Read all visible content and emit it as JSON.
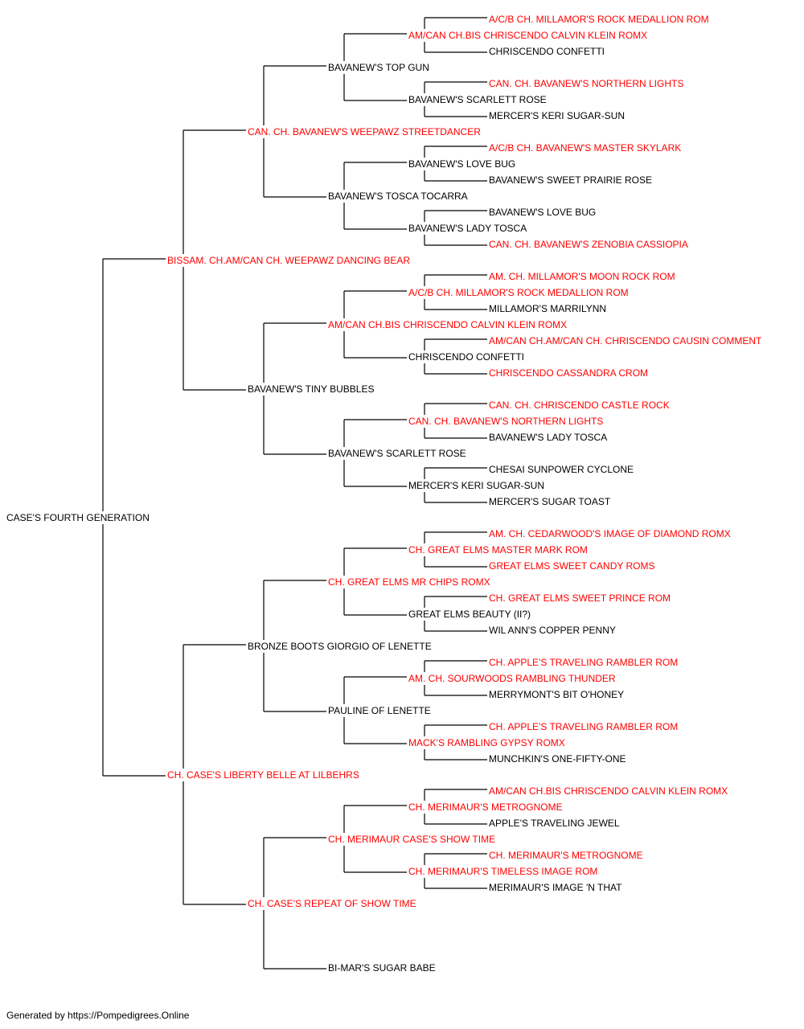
{
  "subject": "CASE'S FOURTH GENERATION",
  "colors": {
    "champion": "#ff0000",
    "normal": "#000000",
    "line": "#000000"
  },
  "nodes": [
    {
      "id": "n1",
      "name": "CASE'S FOURTH GENERATION",
      "champion": false
    },
    {
      "id": "n2",
      "name": "BISSAM. CH.AM/CAN CH. WEEPAWZ DANCING BEAR",
      "champion": true
    },
    {
      "id": "n3",
      "name": "CH. CASE'S LIBERTY BELLE AT LILBEHRS",
      "champion": true
    },
    {
      "id": "n4",
      "name": "CAN. CH. BAVANEW'S WEEPAWZ STREETDANCER",
      "champion": true
    },
    {
      "id": "n5",
      "name": "BAVANEW'S TINY BUBBLES",
      "champion": false
    },
    {
      "id": "n6",
      "name": "BRONZE BOOTS GIORGIO OF LENETTE",
      "champion": false
    },
    {
      "id": "n7",
      "name": "CH. CASE'S REPEAT OF SHOW TIME",
      "champion": true
    },
    {
      "id": "n8",
      "name": "BAVANEW'S TOP GUN",
      "champion": false
    },
    {
      "id": "n9",
      "name": "BAVANEW'S TOSCA TOCARRA",
      "champion": false
    },
    {
      "id": "n10",
      "name": "AM/CAN CH.BIS CHRISCENDO CALVIN KLEIN ROMX",
      "champion": true
    },
    {
      "id": "n11",
      "name": "BAVANEW'S SCARLETT ROSE",
      "champion": false
    },
    {
      "id": "n12",
      "name": "CH. GREAT ELMS MR CHIPS ROMX",
      "champion": true
    },
    {
      "id": "n13",
      "name": "PAULINE OF LENETTE",
      "champion": false
    },
    {
      "id": "n14",
      "name": "CH. MERIMAUR CASE'S SHOW TIME",
      "champion": true
    },
    {
      "id": "n15",
      "name": "BI-MAR'S SUGAR BABE",
      "champion": false
    },
    {
      "id": "n16",
      "name": "AM/CAN CH.BIS CHRISCENDO CALVIN KLEIN ROMX",
      "champion": true
    },
    {
      "id": "n17",
      "name": "BAVANEW'S SCARLETT ROSE",
      "champion": false
    },
    {
      "id": "n18",
      "name": "BAVANEW'S LOVE BUG",
      "champion": false
    },
    {
      "id": "n19",
      "name": "BAVANEW'S LADY TOSCA",
      "champion": false
    },
    {
      "id": "n20",
      "name": "A/C/B CH. MILLAMOR'S ROCK MEDALLION ROM",
      "champion": true
    },
    {
      "id": "n21",
      "name": "CHRISCENDO CONFETTI",
      "champion": false
    },
    {
      "id": "n22",
      "name": "CAN. CH. BAVANEW'S NORTHERN LIGHTS",
      "champion": true
    },
    {
      "id": "n23",
      "name": "MERCER'S KERI SUGAR-SUN",
      "champion": false
    },
    {
      "id": "n24",
      "name": "CH. GREAT ELMS MASTER MARK ROM",
      "champion": true
    },
    {
      "id": "n25",
      "name": "GREAT ELMS BEAUTY (II?)",
      "champion": false
    },
    {
      "id": "n26",
      "name": "AM. CH. SOURWOODS RAMBLING THUNDER",
      "champion": true
    },
    {
      "id": "n27",
      "name": "MACK'S RAMBLING GYPSY ROMX",
      "champion": true
    },
    {
      "id": "n28",
      "name": "CH. MERIMAUR'S METROGNOME",
      "champion": true
    },
    {
      "id": "n29",
      "name": "CH. MERIMAUR'S TIMELESS IMAGE ROM",
      "champion": true
    },
    {
      "id": "n32",
      "name": "A/C/B CH. MILLAMOR'S ROCK MEDALLION ROM",
      "champion": true
    },
    {
      "id": "n33",
      "name": "CHRISCENDO CONFETTI",
      "champion": false
    },
    {
      "id": "n34",
      "name": "CAN. CH. BAVANEW'S NORTHERN LIGHTS",
      "champion": true
    },
    {
      "id": "n35",
      "name": "MERCER'S KERI SUGAR-SUN",
      "champion": false
    },
    {
      "id": "n36",
      "name": "A/C/B CH. BAVANEW'S MASTER SKYLARK",
      "champion": true
    },
    {
      "id": "n37",
      "name": "BAVANEW'S SWEET PRAIRIE ROSE",
      "champion": false
    },
    {
      "id": "n38",
      "name": "BAVANEW'S LOVE BUG",
      "champion": false
    },
    {
      "id": "n39",
      "name": "CAN. CH. BAVANEW'S ZENOBIA CASSIOPIA",
      "champion": true
    },
    {
      "id": "n40",
      "name": "AM. CH. MILLAMOR'S MOON ROCK ROM",
      "champion": true
    },
    {
      "id": "n41",
      "name": "MILLAMOR'S MARRILYNN",
      "champion": false
    },
    {
      "id": "n42",
      "name": "AM/CAN CH.AM/CAN CH. CHRISCENDO CAUSIN COMMENT",
      "champion": true
    },
    {
      "id": "n43",
      "name": "CHRISCENDO CASSANDRA CROM",
      "champion": true
    },
    {
      "id": "n44",
      "name": "CAN. CH. CHRISCENDO CASTLE ROCK",
      "champion": true
    },
    {
      "id": "n45",
      "name": "BAVANEW'S LADY TOSCA",
      "champion": false
    },
    {
      "id": "n46",
      "name": "CHESAI SUNPOWER CYCLONE",
      "champion": false
    },
    {
      "id": "n47",
      "name": "MERCER'S SUGAR TOAST",
      "champion": false
    },
    {
      "id": "n48",
      "name": "AM. CH. CEDARWOOD'S IMAGE OF DIAMOND ROMX",
      "champion": true
    },
    {
      "id": "n49",
      "name": "GREAT ELMS SWEET CANDY ROMS",
      "champion": true
    },
    {
      "id": "n50",
      "name": "CH. GREAT ELMS SWEET PRINCE ROM",
      "champion": true
    },
    {
      "id": "n51",
      "name": "WIL ANN'S COPPER PENNY",
      "champion": false
    },
    {
      "id": "n52",
      "name": "CH. APPLE'S TRAVELING RAMBLER ROM",
      "champion": true
    },
    {
      "id": "n53",
      "name": "MERRYMONT'S BIT O'HONEY",
      "champion": false
    },
    {
      "id": "n54",
      "name": "CH. APPLE'S TRAVELING RAMBLER ROM",
      "champion": true
    },
    {
      "id": "n55",
      "name": "MUNCHKIN'S ONE-FIFTY-ONE",
      "champion": false
    },
    {
      "id": "n56",
      "name": "AM/CAN CH.BIS CHRISCENDO CALVIN KLEIN ROMX",
      "champion": true
    },
    {
      "id": "n57",
      "name": "APPLE'S TRAVELING JEWEL",
      "champion": false
    },
    {
      "id": "n58",
      "name": "CH. MERIMAUR'S METROGNOME",
      "champion": true
    },
    {
      "id": "n59",
      "name": "MERIMAUR'S IMAGE 'N THAT",
      "champion": false
    }
  ],
  "footer": "Generated by https://Pompedigrees.Online"
}
